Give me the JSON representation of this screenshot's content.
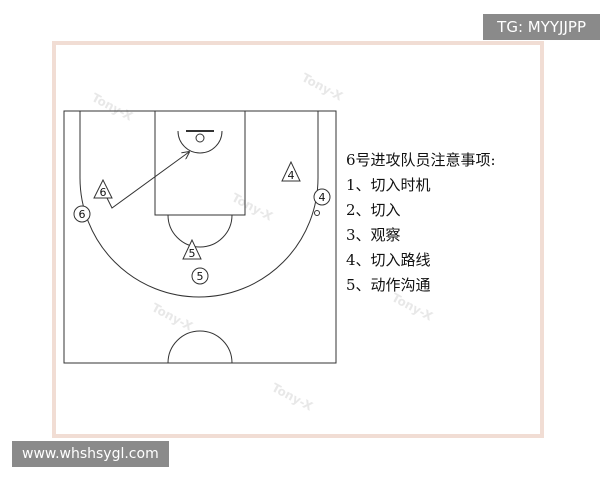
{
  "watermark_top_right": "TG: MYYJJPP",
  "watermark_bottom_left": "www.whshsygl.com",
  "background_watermark_text": "Tony-X",
  "notes": {
    "title": "6号进攻队员注意事项:",
    "items": [
      "1、切入时机",
      "2、切入",
      "3、观察",
      "4、切入路线",
      "5、动作沟通"
    ]
  },
  "players": {
    "p6_triangle": "6",
    "p6_circle": "6",
    "p4_triangle": "4",
    "p4_circle": "4",
    "p5_triangle": "5",
    "p5_circle": "5"
  },
  "colors": {
    "frame_border": "#f1ddd4",
    "lines": "#333333",
    "banner_bg": "#8a8a8a"
  }
}
